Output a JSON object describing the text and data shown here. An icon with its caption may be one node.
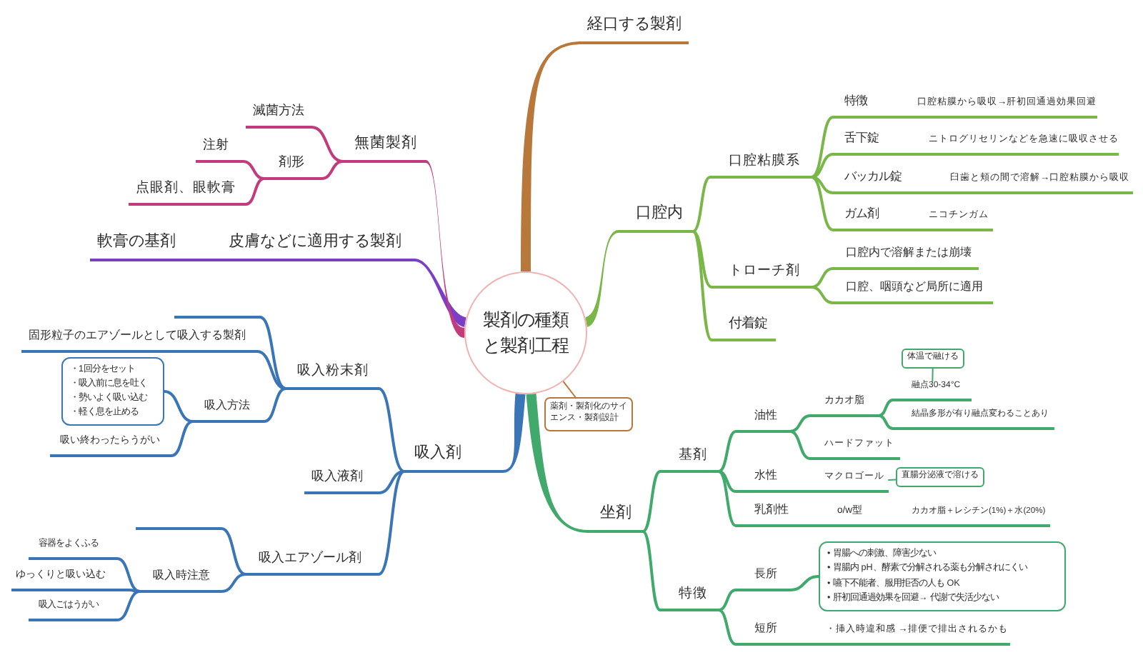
{
  "diagram": {
    "nodes": [
      {
        "text": [
          "製剤の種類と製剤工程"
        ]
      },
      {
        "text": [
          "経口する製剤"
        ]
      },
      {
        "text": [
          "口腔内"
        ]
      },
      {
        "text": [
          "口腔粘膜系"
        ]
      },
      {
        "text": [
          "特徴"
        ]
      },
      {
        "text": [
          "口腔粘膜から吸収→肝初回通過効果回避"
        ]
      },
      {
        "text": [
          "舌下錠"
        ]
      },
      {
        "text": [
          "ニトログリセリンなどを急速に吸収させる"
        ]
      },
      {
        "text": [
          "バッカル錠"
        ]
      },
      {
        "text": [
          "臼歯と頬の間で溶解→口腔粘膜から吸収"
        ]
      },
      {
        "text": [
          "ガム剤"
        ]
      },
      {
        "text": [
          "ニコチンガム"
        ]
      },
      {
        "text": [
          "トローチ剤"
        ]
      },
      {
        "text": [
          "口腔内で溶解または崩壊"
        ]
      },
      {
        "text": [
          "口腔、咽頭など局所に適用"
        ]
      },
      {
        "text": [
          "付着錠"
        ]
      },
      {
        "text": [
          "薬剤・製剤化のサイエンス・製剤設計"
        ]
      },
      {
        "text": [
          "坐剤"
        ]
      },
      {
        "text": [
          "基剤"
        ]
      },
      {
        "text": [
          "油性"
        ]
      },
      {
        "text": [
          "カカオ脂"
        ]
      },
      {
        "text": [
          "体温で融ける"
        ]
      },
      {
        "text": [
          "融点30-34°C"
        ]
      },
      {
        "text": [
          "結晶多形が有り融点変わることあり"
        ]
      },
      {
        "text": [
          "ハードファット"
        ]
      },
      {
        "text": [
          "水性"
        ]
      },
      {
        "text": [
          "マクロゴール"
        ]
      },
      {
        "text": [
          "直腸分泌液で溶ける"
        ]
      },
      {
        "text": [
          "乳剤性"
        ]
      },
      {
        "text": [
          "o/w型"
        ]
      },
      {
        "text": [
          "カカオ脂＋レシチン(1%)＋水(20%)"
        ]
      },
      {
        "text": [
          "特徴"
        ]
      },
      {
        "text": [
          "長所"
        ]
      },
      {
        "text": [
          "• 胃腸への刺激、障害少ない",
          "• 胃腸内 pH、酵素で分解される薬も分解されにくい",
          "• 嚥下不能者、服用拒否の人も OK",
          "• 肝初回通過効果を回避→ 代謝で失活少ない"
        ]
      },
      {
        "text": [
          "短所"
        ]
      },
      {
        "text": [
          "・挿入時違和感 →排便で排出されるかも"
        ]
      },
      {
        "text": [
          "吸入剤"
        ]
      },
      {
        "text": [
          "吸入粉末剤"
        ]
      },
      {
        "text": [
          "固形粒子のエアゾールとして吸入する製剤"
        ]
      },
      {
        "text": [
          "吸入方法"
        ]
      },
      {
        "text": [
          "・1回分をセット",
          "・吸入前に息を吐く",
          "・勢いよく吸い込む",
          "・軽く息を止める"
        ]
      },
      {
        "text": [
          "吸い終わったらうがい"
        ]
      },
      {
        "text": [
          "吸入液剤"
        ]
      },
      {
        "text": [
          "吸入エアゾール剤"
        ]
      },
      {
        "text": [
          "吸入時注意"
        ]
      },
      {
        "text": [
          "容器をよくふる"
        ]
      },
      {
        "text": [
          "ゆっくりと吸い込む"
        ]
      },
      {
        "text": [
          "吸入ごはうがい"
        ]
      },
      {
        "text": [
          "皮膚などに適用する製剤"
        ]
      },
      {
        "text": [
          "軟膏の基剤"
        ]
      },
      {
        "text": [
          "無菌製剤"
        ]
      },
      {
        "text": [
          "滅菌方法"
        ]
      },
      {
        "text": [
          "剤形"
        ]
      },
      {
        "text": [
          "注射"
        ]
      },
      {
        "text": [
          "点眼剤、眼軟膏"
        ]
      },
      {
        "text": [],
        "shape": "line"
      },
      {
        "text": [],
        "shape": "line"
      }
    ],
    "edges": [
      {
        "from": 0,
        "to": 1,
        "arrow": "none",
        "style": "thick",
        "color": "#b8783c"
      },
      {
        "from": 0,
        "to": 2,
        "arrow": "none",
        "style": "thick",
        "color": "#7ab648"
      },
      {
        "from": 2,
        "to": 3,
        "arrow": "none",
        "color": "#7ab648"
      },
      {
        "from": 3,
        "to": 4,
        "arrow": "none",
        "color": "#7ab648"
      },
      {
        "from": 4,
        "to": 5,
        "arrow": "none",
        "color": "#7ab648"
      },
      {
        "from": 3,
        "to": 6,
        "arrow": "none",
        "color": "#7ab648"
      },
      {
        "from": 6,
        "to": 7,
        "arrow": "none",
        "color": "#7ab648"
      },
      {
        "from": 3,
        "to": 8,
        "arrow": "none",
        "color": "#7ab648"
      },
      {
        "from": 8,
        "to": 9,
        "arrow": "none",
        "color": "#7ab648"
      },
      {
        "from": 3,
        "to": 10,
        "arrow": "none",
        "color": "#7ab648"
      },
      {
        "from": 10,
        "to": 11,
        "arrow": "none",
        "color": "#7ab648"
      },
      {
        "from": 2,
        "to": 12,
        "arrow": "none",
        "color": "#7ab648"
      },
      {
        "from": 12,
        "to": 13,
        "arrow": "none",
        "color": "#7ab648"
      },
      {
        "from": 12,
        "to": 14,
        "arrow": "none",
        "color": "#7ab648"
      },
      {
        "from": 2,
        "to": 15,
        "arrow": "none",
        "color": "#7ab648"
      },
      {
        "from": 16,
        "to": 0,
        "arrow": "none",
        "color": "#b8783c"
      },
      {
        "from": 0,
        "to": 17,
        "arrow": "none",
        "style": "thick"
      },
      {
        "from": 17,
        "to": 18,
        "arrow": "none"
      },
      {
        "from": 18,
        "to": 19,
        "arrow": "none"
      },
      {
        "from": 19,
        "to": 20,
        "arrow": "none"
      },
      {
        "from": 20,
        "to": 22,
        "arrow": "none"
      },
      {
        "from": 21,
        "to": 22,
        "arrow": "none"
      },
      {
        "from": 20,
        "to": 23,
        "arrow": "none"
      },
      {
        "from": 19,
        "to": 24,
        "arrow": "none"
      },
      {
        "from": 18,
        "to": 25,
        "arrow": "none"
      },
      {
        "from": 25,
        "to": 26,
        "arrow": "none"
      },
      {
        "from": 27,
        "to": 26,
        "arrow": "none"
      },
      {
        "from": 18,
        "to": 28,
        "arrow": "none"
      },
      {
        "from": 28,
        "to": 29,
        "arrow": "none"
      },
      {
        "from": 29,
        "to": 30,
        "arrow": "none"
      },
      {
        "from": 17,
        "to": 31,
        "arrow": "none"
      },
      {
        "from": 31,
        "to": 32,
        "arrow": "none"
      },
      {
        "from": 32,
        "to": 33,
        "arrow": "none"
      },
      {
        "from": 31,
        "to": 34,
        "arrow": "none"
      },
      {
        "from": 34,
        "to": 35,
        "arrow": "none"
      },
      {
        "from": 0,
        "to": 36,
        "arrow": "none",
        "style": "thick",
        "color": "#3a75b6"
      },
      {
        "from": 36,
        "to": 37,
        "arrow": "none",
        "color": "#3a75b6"
      },
      {
        "from": 37,
        "to": 55,
        "arrow": "none",
        "color": "#3a75b6"
      },
      {
        "from": 37,
        "to": 38,
        "arrow": "none",
        "color": "#3a75b6"
      },
      {
        "from": 37,
        "to": 39,
        "arrow": "none",
        "color": "#3a75b6"
      },
      {
        "from": 39,
        "to": 40,
        "arrow": "none",
        "color": "#3a75b6"
      },
      {
        "from": 39,
        "to": 41,
        "arrow": "none",
        "color": "#3a75b6"
      },
      {
        "from": 36,
        "to": 42,
        "arrow": "none",
        "color": "#3a75b6"
      },
      {
        "from": 36,
        "to": 43,
        "arrow": "none",
        "color": "#3a75b6"
      },
      {
        "from": 43,
        "to": 56,
        "arrow": "none",
        "color": "#3a75b6"
      },
      {
        "from": 43,
        "to": 44,
        "arrow": "none",
        "color": "#3a75b6"
      },
      {
        "from": 44,
        "to": 45,
        "arrow": "none",
        "color": "#3a75b6"
      },
      {
        "from": 44,
        "to": 46,
        "arrow": "none",
        "color": "#3a75b6"
      },
      {
        "from": 44,
        "to": 47,
        "arrow": "none",
        "color": "#3a75b6"
      },
      {
        "from": 0,
        "to": 48,
        "arrow": "none",
        "style": "thick",
        "color": "#7b3fc6"
      },
      {
        "from": 48,
        "to": 49,
        "arrow": "none",
        "color": "#7b3fc6"
      },
      {
        "from": 0,
        "to": 50,
        "arrow": "none",
        "style": "thick",
        "color": "#c13b7d"
      },
      {
        "from": 50,
        "to": 51,
        "arrow": "none",
        "color": "#c13b7d"
      },
      {
        "from": 50,
        "to": 52,
        "arrow": "none",
        "color": "#c13b7d"
      },
      {
        "from": 52,
        "to": 53,
        "arrow": "none",
        "color": "#c13b7d"
      },
      {
        "from": 52,
        "to": 54,
        "arrow": "none",
        "color": "#c13b7d"
      }
    ]
  }
}
